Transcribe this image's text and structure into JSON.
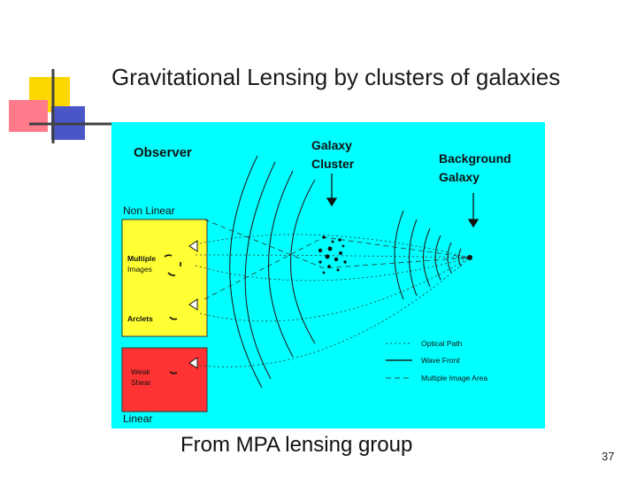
{
  "slide": {
    "title": "Gravitational Lensing by clusters of galaxies",
    "caption": "From MPA lensing group",
    "page_number": "37"
  },
  "colors": {
    "figure_background": "#00ffff",
    "multiple_images_panel": "#ffff33",
    "weak_shear_panel": "#ff3333",
    "deco_yellow": "#ffd700",
    "deco_blue": "#4a55c8",
    "deco_pink": "#ff7a8a",
    "deco_line": "#404040"
  },
  "diagram": {
    "observer_label": "Observer",
    "cluster_label_line1": "Galaxy",
    "cluster_label_line2": "Cluster",
    "background_label_line1": "Background",
    "background_label_line2": "Galaxy",
    "non_linear_label": "Non Linear",
    "linear_label": "Linear",
    "multiple_images_line1": "Multiple",
    "multiple_images_line2": "Images",
    "arclets_label": "Arclets",
    "weak_shear_line1": "Weak",
    "weak_shear_line2": "Shear",
    "legend": {
      "optical_path": "Optical Path",
      "wave_front": "Wave Front",
      "multiple_image_area": "Multiple Image Area"
    }
  }
}
